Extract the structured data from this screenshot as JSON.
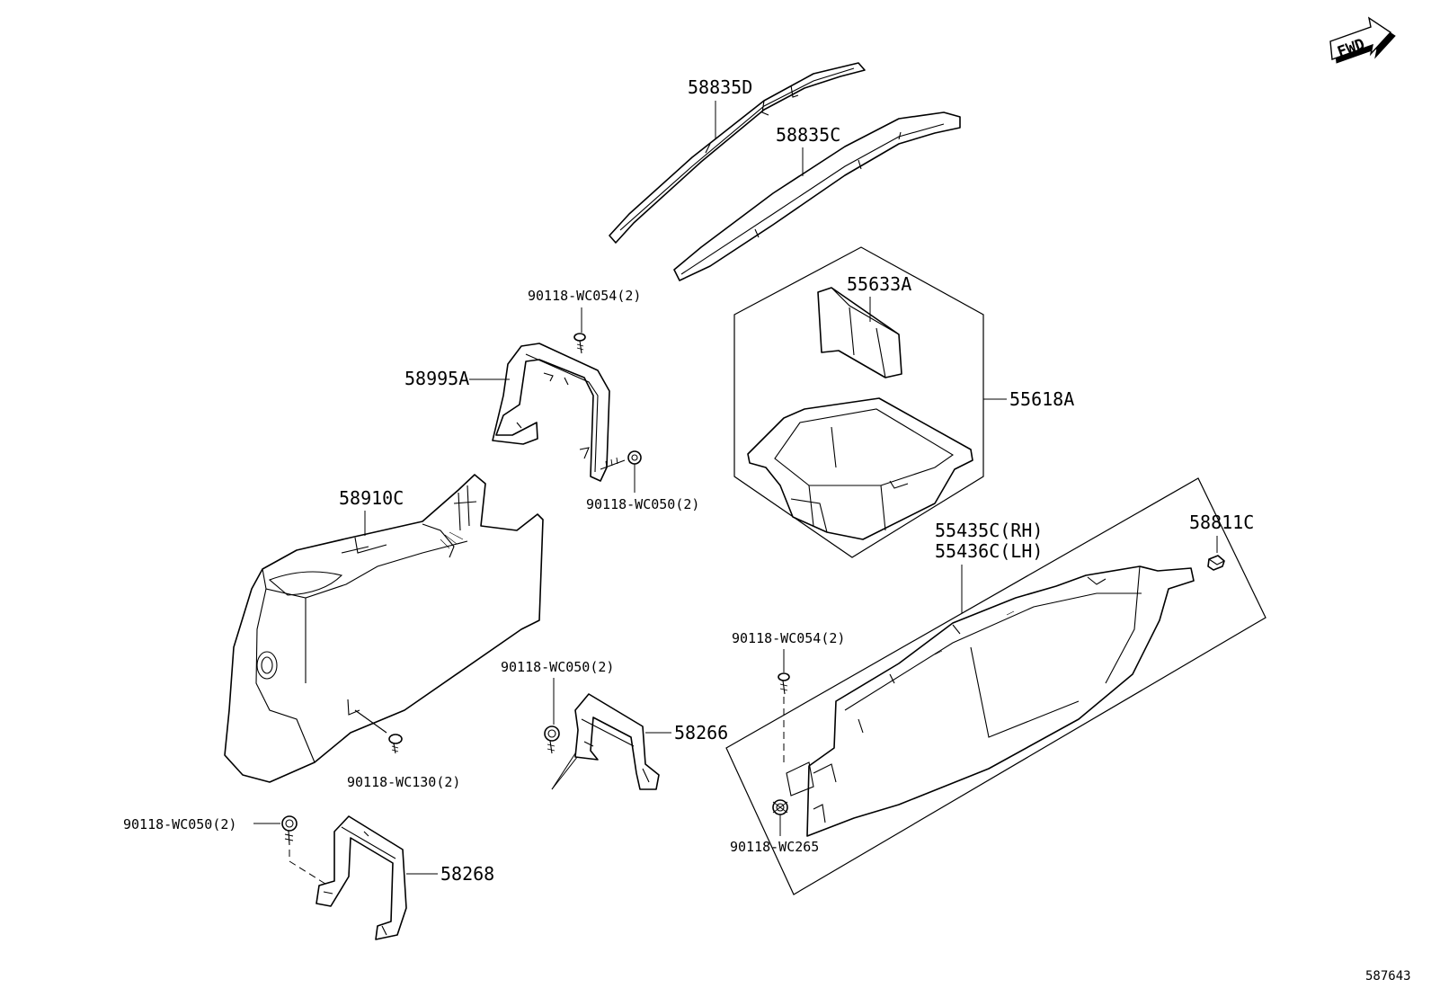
{
  "diagram": {
    "fwd_label": "FWD",
    "code": "587643",
    "parts": {
      "molding_d": "58835D",
      "molding_c": "58835C",
      "insert": "55633A",
      "box": "55618A",
      "bracket_upper": "58995A",
      "screw_upper_top": "90118-WC054(2)",
      "screw_upper_side": "90118-WC050(2)",
      "console": "58910C",
      "screw_console": "90118-WC130(2)",
      "screw_mid_bracket": "90118-WC050(2)",
      "bracket_mid": "58266",
      "screw_lower_bracket": "90118-WC050(2)",
      "bracket_lower": "58268",
      "side_panel_rh": "55435C(RH)",
      "side_panel_lh": "55436C(LH)",
      "pin": "58811C",
      "screw_panel_top": "90118-WC054(2)",
      "screw_panel_bottom": "90118-WC265"
    }
  }
}
